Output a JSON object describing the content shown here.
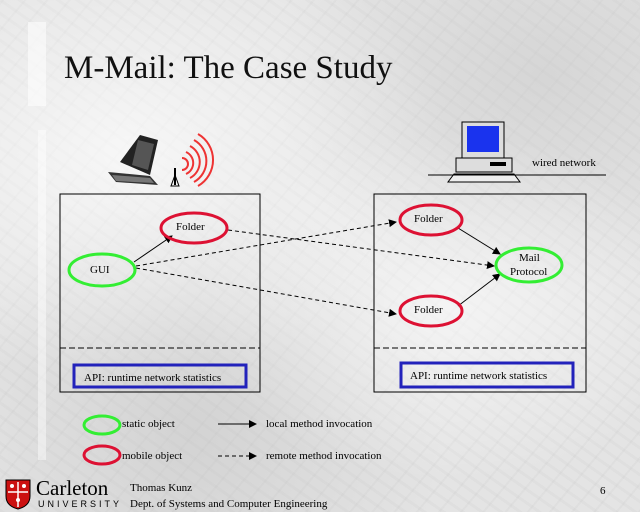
{
  "title": "M-Mail: The Case Study",
  "labels": {
    "wired_network": "wired network",
    "left_folder": "Folder",
    "gui": "GUI",
    "right_folder_top": "Folder",
    "right_folder_bottom": "Folder",
    "mail_protocol_line1": "Mail",
    "mail_protocol_line2": "Protocol",
    "api_left": "API: runtime network statistics",
    "api_right": "API: runtime network statistics"
  },
  "legend": {
    "static_object": "static object",
    "mobile_object": "mobile object",
    "local_invocation": "local method invocation",
    "remote_invocation": "remote method invocation"
  },
  "footer": {
    "institution": "Carleton",
    "institution_sub": "UNIVERSITY",
    "author": "Thomas Kunz",
    "department": "Dept. of Systems and Computer Engineering",
    "page_number": "6"
  },
  "colors": {
    "static_object": "#33ee33",
    "mobile_object": "#dd1133",
    "api_box": "#2222bb",
    "logo_red": "#cc1111"
  }
}
